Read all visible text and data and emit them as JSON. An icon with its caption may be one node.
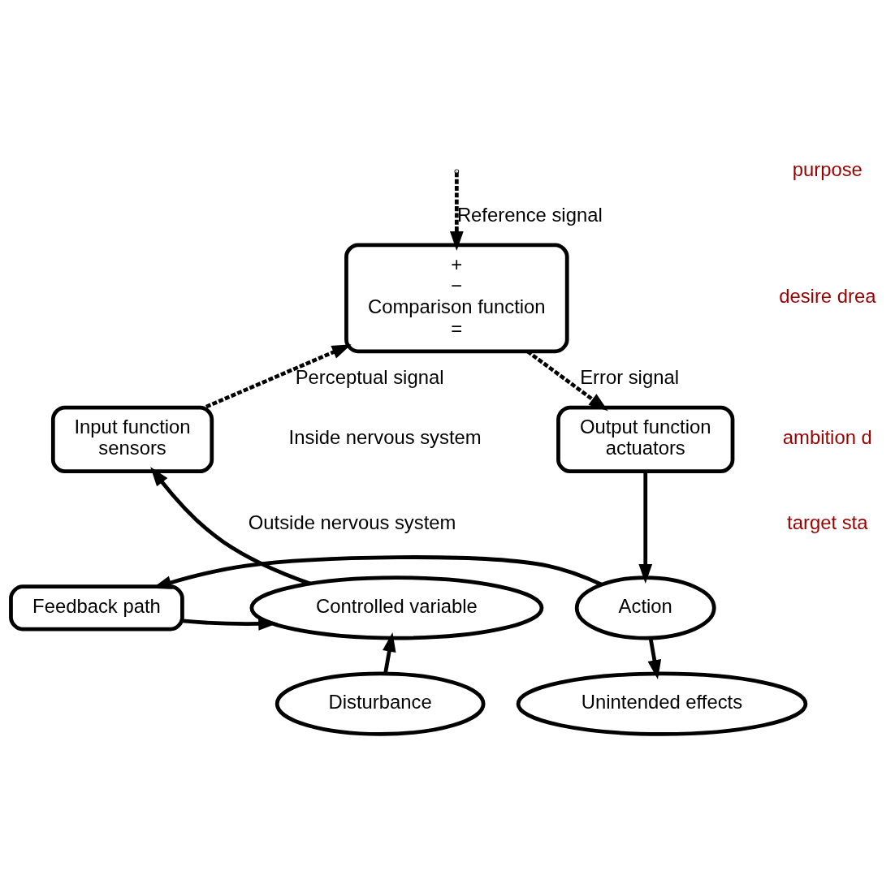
{
  "diagram": {
    "nodes": [
      {
        "text": [
          "+",
          "−",
          "Comparison function",
          "="
        ]
      },
      {
        "text": [
          "Input function",
          "sensors"
        ]
      },
      {
        "text": [
          "Output function",
          "actuators"
        ]
      },
      {
        "text": [
          "Feedback path"
        ]
      },
      {
        "text": [
          "Controlled variable"
        ]
      },
      {
        "text": [
          "Action"
        ]
      },
      {
        "text": [
          "Disturbance"
        ]
      },
      {
        "text": [
          "Unintended effects"
        ]
      }
    ],
    "edges": [
      {
        "from": null,
        "to": 0,
        "arrow": "to",
        "style": "dashed",
        "label": "Reference signal"
      },
      {
        "from": 1,
        "to": 0,
        "arrow": "to",
        "style": "dashed",
        "label": "Perceptual signal"
      },
      {
        "from": 0,
        "to": 2,
        "arrow": "to",
        "style": "dashed",
        "label": "Error signal"
      },
      {
        "from": 2,
        "to": 5,
        "arrow": "to"
      },
      {
        "from": 5,
        "to": 3,
        "arrow": "to"
      },
      {
        "from": 3,
        "to": 4,
        "arrow": "to"
      },
      {
        "from": 4,
        "to": 1,
        "arrow": "to"
      },
      {
        "from": 6,
        "to": 4,
        "arrow": "to"
      },
      {
        "from": 5,
        "to": 7,
        "arrow": "to"
      }
    ],
    "labels": [
      "Inside nervous system",
      "Outside nervous system",
      "purpose",
      "desire drea",
      "ambition d",
      "target sta"
    ]
  }
}
